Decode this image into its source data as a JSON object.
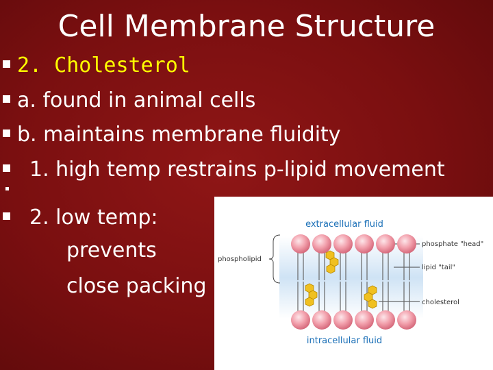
{
  "slide": {
    "title": "Cell Membrane Structure",
    "bullets": [
      {
        "text": "2. Cholesterol"
      },
      {
        "text": "a. found in animal cells"
      },
      {
        "text": "b. maintains membrane fluidity"
      },
      {
        "text": "1. high temp restrains p-lipid movement"
      },
      {
        "text": "2. low temp:"
      }
    ],
    "continuation": [
      "prevents",
      "close packing"
    ]
  },
  "diagram": {
    "extracellular": "extracellular fluid",
    "intracellular": "intracellular fluid",
    "phospholipid": "phospholipid",
    "head": "phosphate \"head\"",
    "tail": "lipid \"tail\"",
    "cholesterol": "cholesterol"
  },
  "colors": {
    "heading": "#ffff00",
    "label_blue": "#1a6fb7",
    "head_pink": "#f2a0ac",
    "cholesterol_yellow": "#f0c020"
  }
}
